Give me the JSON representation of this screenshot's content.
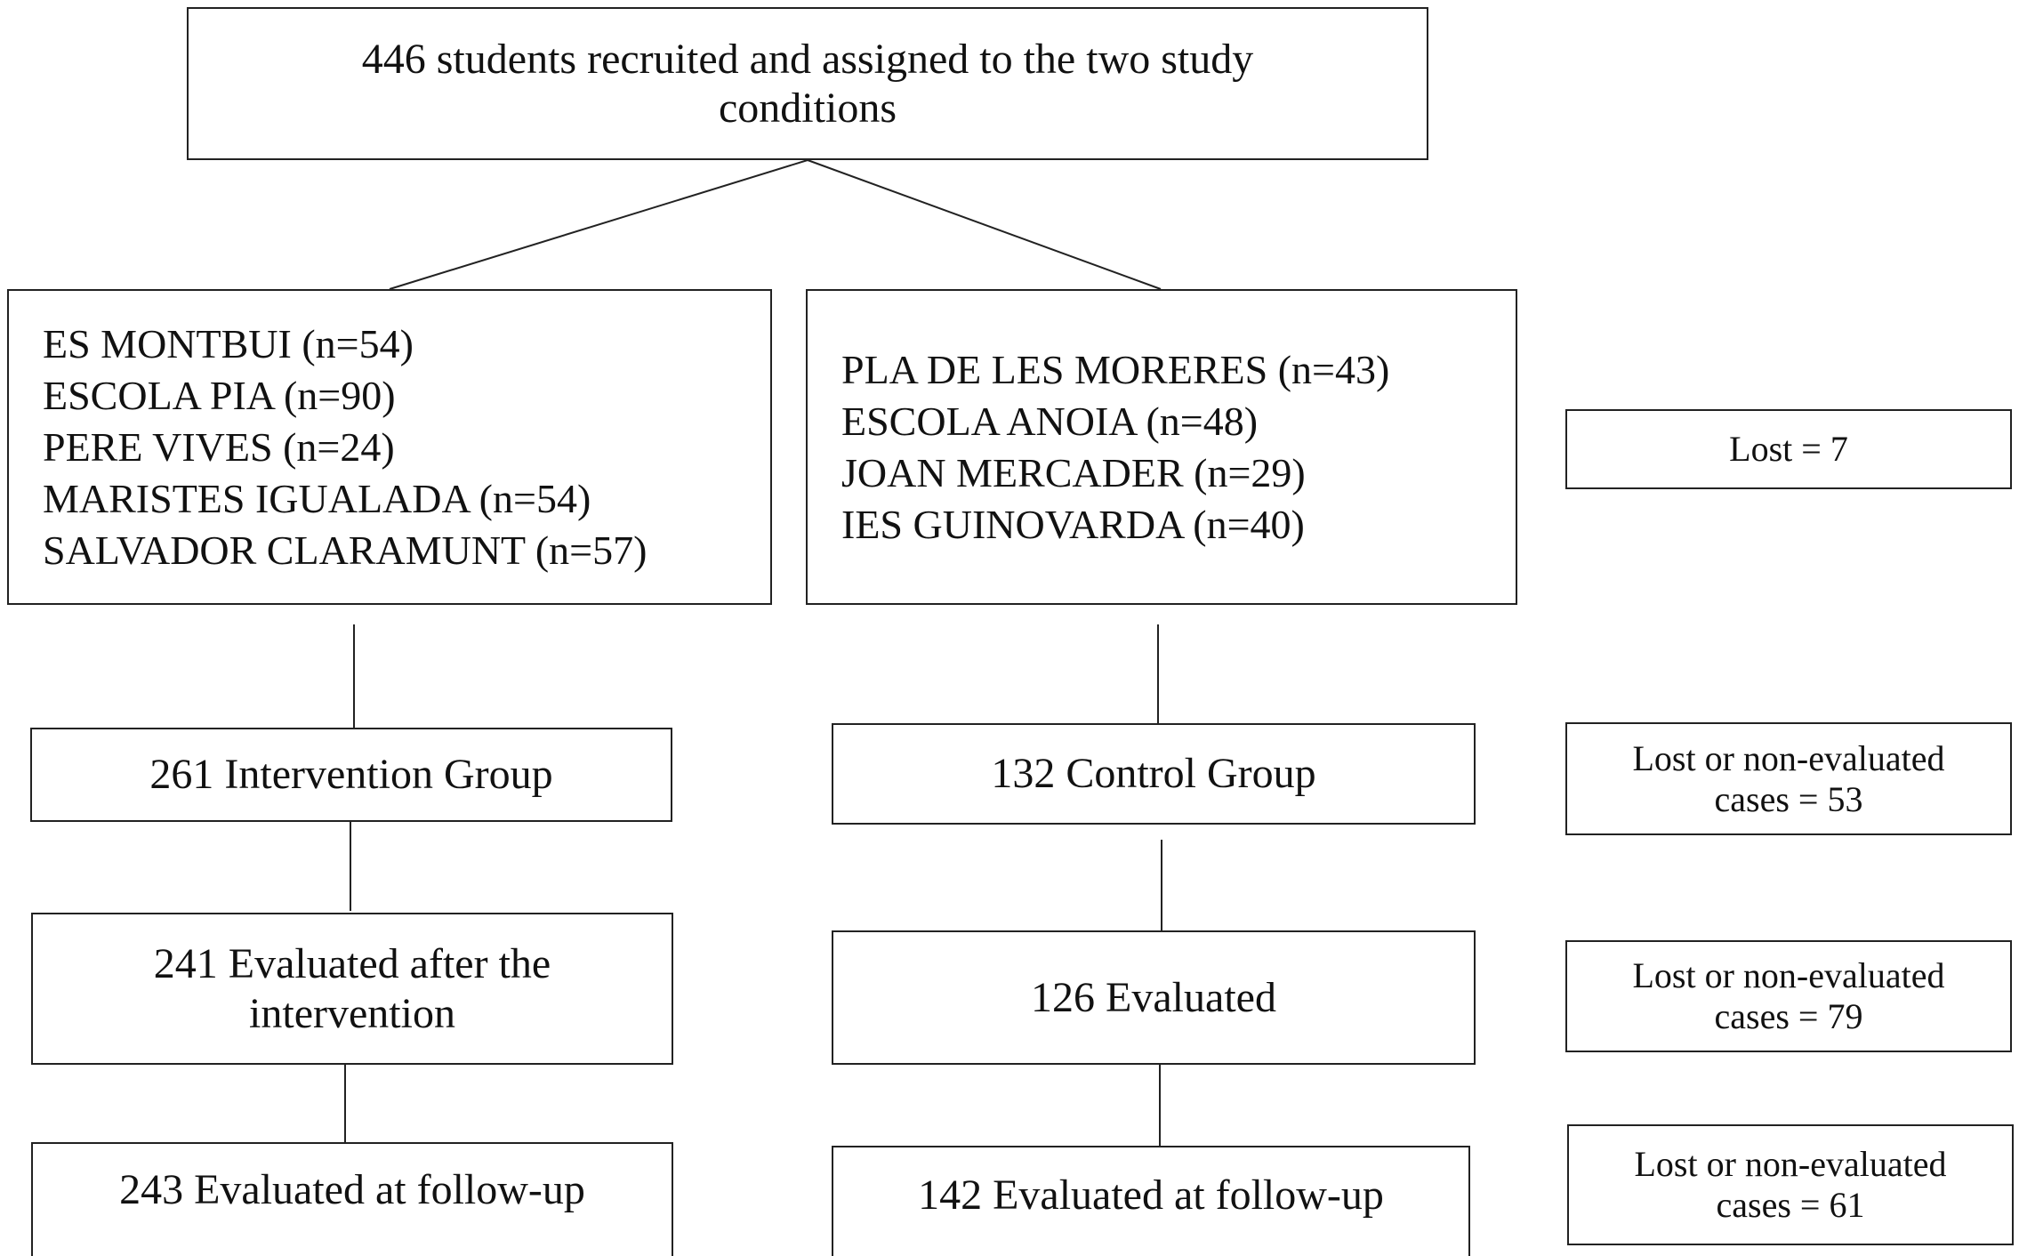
{
  "diagram": {
    "top_box": {
      "text": "446 students recruited and assigned to the two study conditions"
    },
    "intervention_schools": [
      "ES MONTBUI (n=54)",
      "ESCOLA PIA (n=90)",
      "PERE VIVES (n=24)",
      "MARISTES IGUALADA (n=54)",
      "SALVADOR CLARAMUNT (n=57)"
    ],
    "control_schools": [
      "PLA DE LES MORERES (n=43)",
      "ESCOLA ANOIA (n=48)",
      "JOAN MERCADER (n=29)",
      "IES GUINOVARDA (n=40)"
    ],
    "intervention_group": "261 Intervention Group",
    "control_group": "132 Control Group",
    "intervention_evaluated": "241 Evaluated after the intervention",
    "control_evaluated": "126 Evaluated",
    "intervention_follow_up": "243 Evaluated at follow-up",
    "control_follow_up": "142 Evaluated at follow-up",
    "lost_boxes": [
      "Lost = 7",
      "Lost or non-evaluated cases = 53",
      "Lost or non-evaluated cases = 79",
      "Lost or non-evaluated cases = 61"
    ]
  }
}
